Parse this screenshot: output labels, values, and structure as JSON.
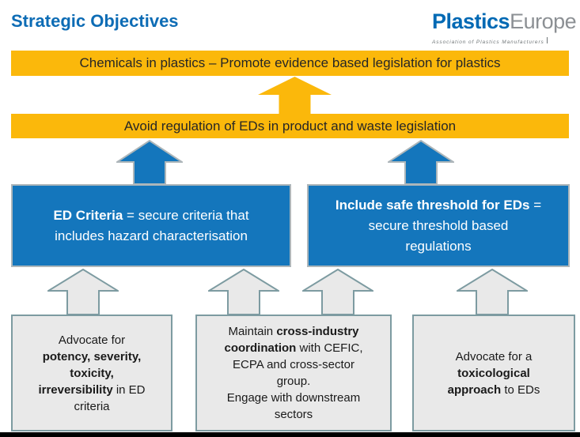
{
  "colors": {
    "gold": "#FBB80B",
    "blue": "#1476BC",
    "title_blue": "#0D6CB5",
    "logo_blue": "#0069B4",
    "logo_gray": "#8C9094",
    "gray_fill": "#E9E9E9",
    "gray_border": "#7D9BA1",
    "blue_arrow_border": "#ADB6BA",
    "text_dark": "#262626",
    "footer_black": "#000000"
  },
  "header": {
    "title": "Strategic Objectives",
    "logo": {
      "part1": "Plastics",
      "part2": "Europe",
      "tagline": "Association of Plastics Manufacturers"
    }
  },
  "banners": {
    "top": "Chemicals in plastics – Promote evidence based legislation for plastics",
    "second": "Avoid regulation of EDs in product and waste legislation"
  },
  "blue_boxes": {
    "left": {
      "lines": [
        [
          {
            "t": "ED Criteria",
            "b": true
          },
          {
            "t": " = secure criteria that"
          }
        ],
        [
          {
            "t": "includes hazard characterisation"
          }
        ]
      ]
    },
    "right": {
      "lines": [
        [
          {
            "t": "Include safe threshold for EDs",
            "b": true
          },
          {
            "t": " ="
          }
        ],
        [
          {
            "t": "secure threshold based"
          }
        ],
        [
          {
            "t": "regulations"
          }
        ]
      ]
    }
  },
  "gray_boxes": {
    "left": {
      "lines": [
        [
          {
            "t": "Advocate for"
          }
        ],
        [
          {
            "t": "potency, severity,",
            "b": true
          }
        ],
        [
          {
            "t": "toxicity,",
            "b": true
          }
        ],
        [
          {
            "t": "irreversibility",
            "b": true
          },
          {
            "t": " in ED"
          }
        ],
        [
          {
            "t": "criteria"
          }
        ]
      ]
    },
    "middle": {
      "lines": [
        [
          {
            "t": "Maintain "
          },
          {
            "t": "cross-industry",
            "b": true
          }
        ],
        [
          {
            "t": "coordination",
            "b": true
          },
          {
            "t": " with CEFIC,"
          }
        ],
        [
          {
            "t": "ECPA and cross-sector"
          }
        ],
        [
          {
            "t": "group."
          }
        ],
        [
          {
            "t": "Engage with downstream"
          }
        ],
        [
          {
            "t": "sectors"
          }
        ]
      ]
    },
    "right": {
      "lines": [
        [
          {
            "t": "Advocate for a"
          }
        ],
        [
          {
            "t": "toxicological",
            "b": true
          }
        ],
        [
          {
            "t": "approach",
            "b": true
          },
          {
            "t": " to EDs"
          }
        ]
      ]
    }
  },
  "icons": {
    "gold_up_arrow": "block-arrow-up",
    "blue_up_arrows": "block-arrow-up",
    "gray_up_arrows": "block-arrow-up"
  }
}
